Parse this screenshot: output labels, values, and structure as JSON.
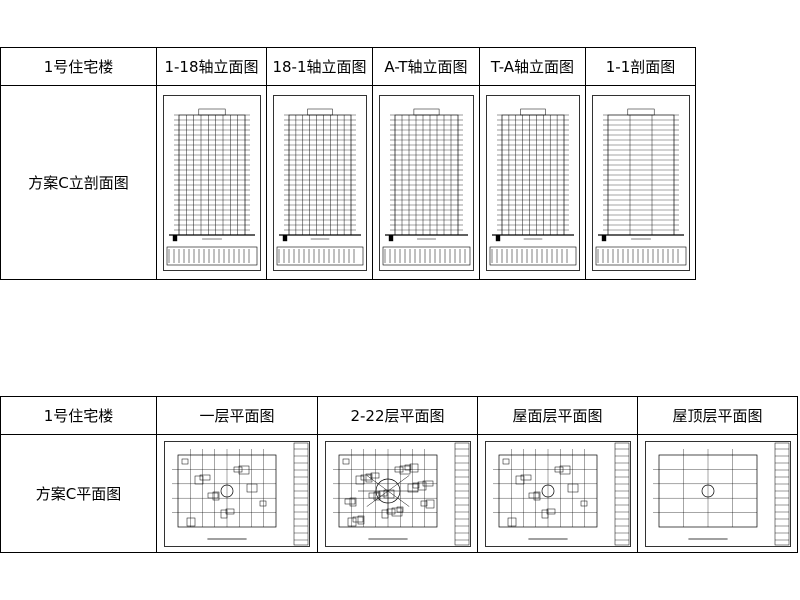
{
  "elevation_table": {
    "building": "1号住宅楼",
    "row_label": "方案C立剖面图",
    "columns": [
      "1-18轴立面图",
      "18-1轴立面图",
      "A-T轴立面图",
      "T-A轴立面图",
      "1-1剖面图"
    ]
  },
  "plan_table": {
    "building": "1号住宅楼",
    "row_label": "方案C平面图",
    "columns": [
      "一层平面图",
      "2-22层平面图",
      "屋面层平面图",
      "屋顶层平面图"
    ]
  }
}
